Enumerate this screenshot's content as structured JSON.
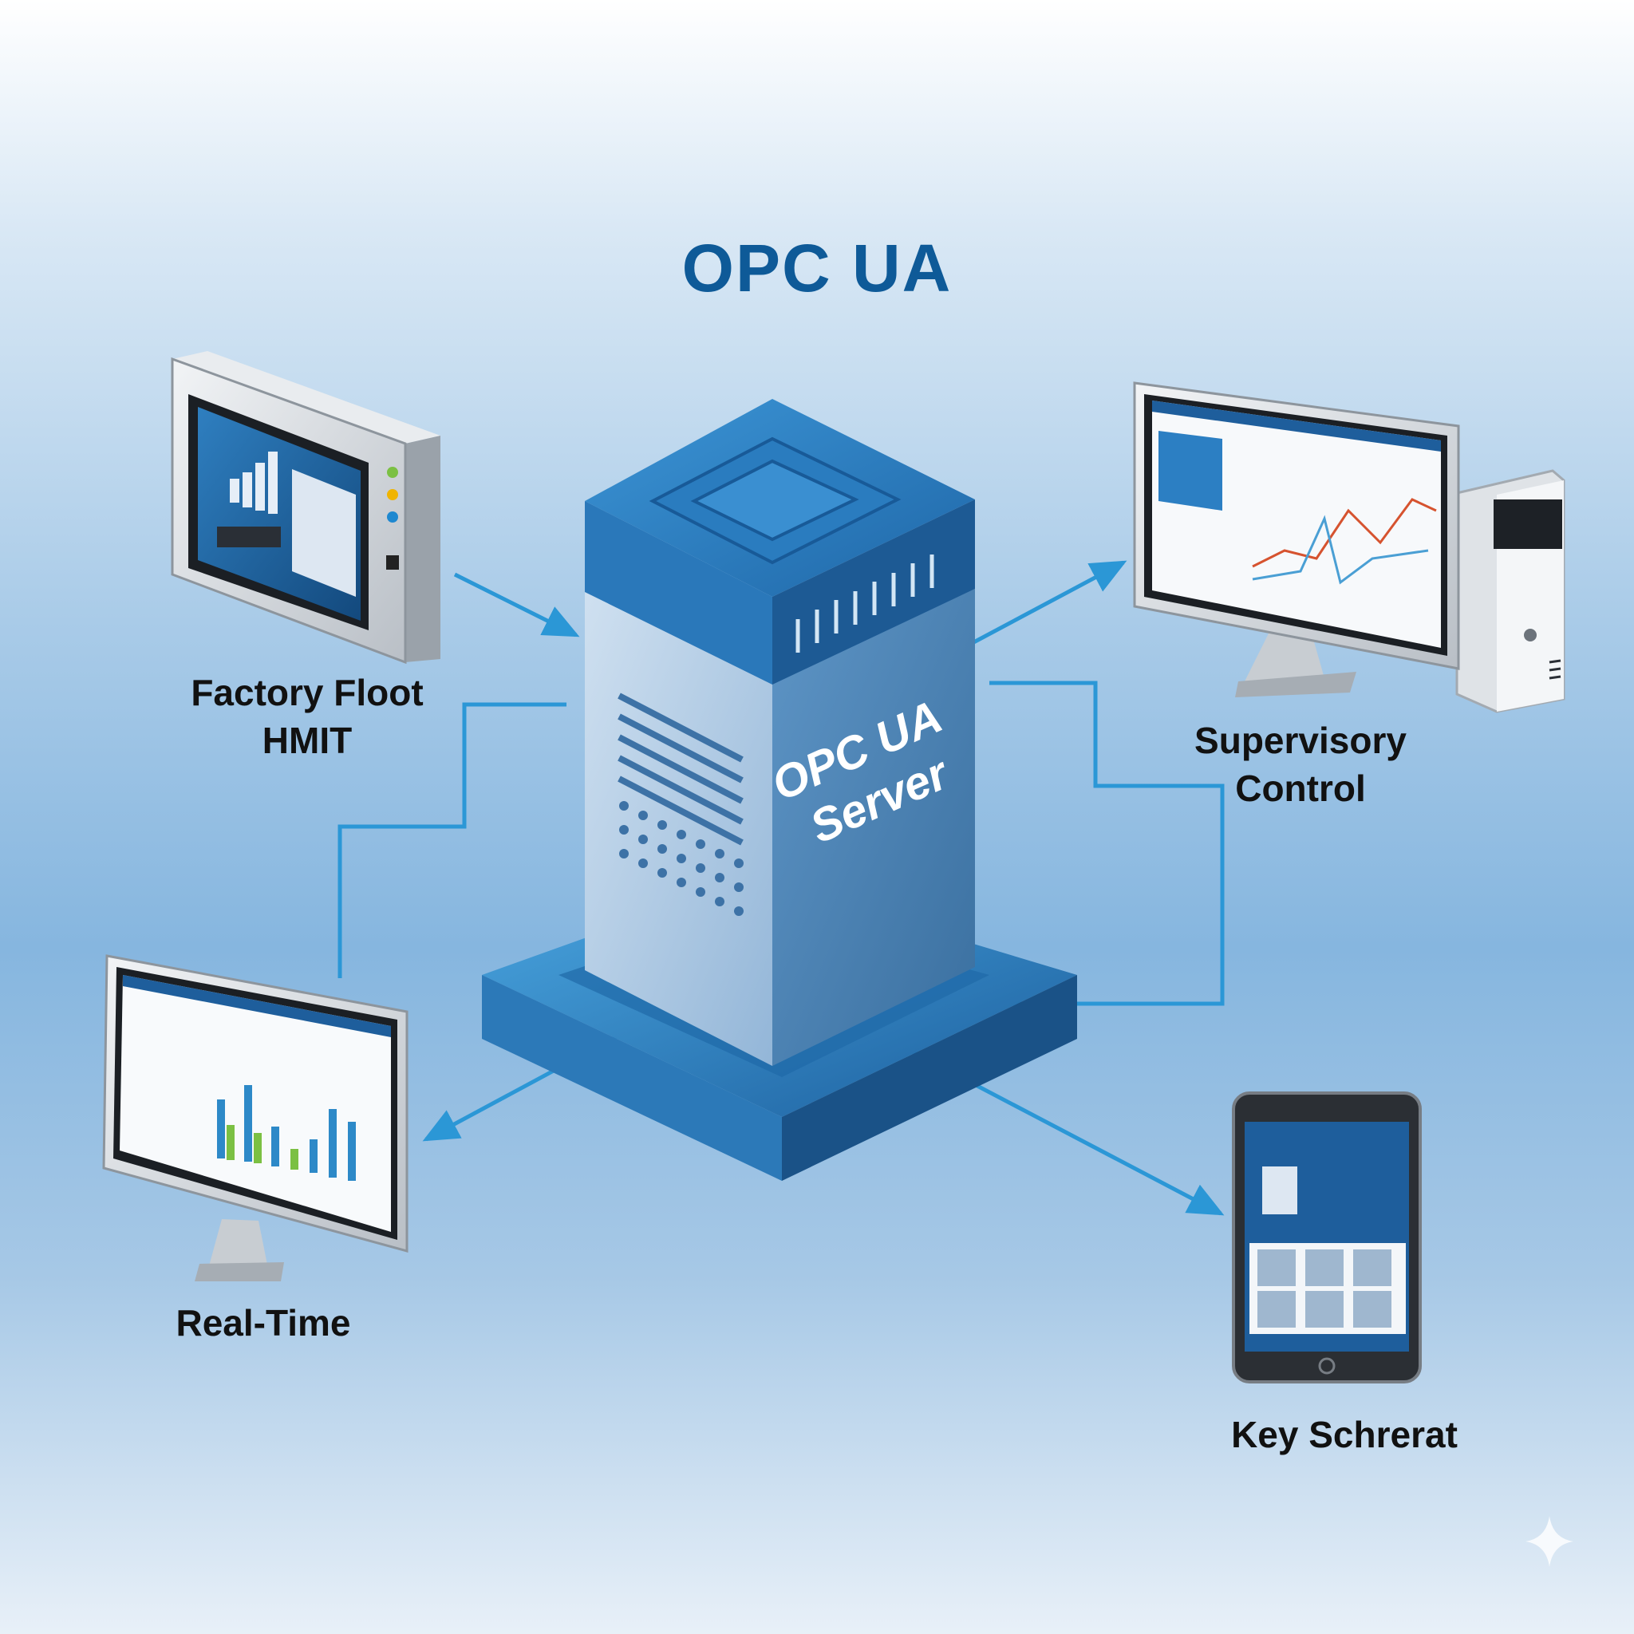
{
  "title": "OPC UA",
  "server": {
    "line1": "OPC UA",
    "line2": "Server"
  },
  "nodes": {
    "hmi": {
      "line1": "Factory Floot",
      "line2": "HMIT"
    },
    "supervisory": {
      "line1": "Supervisory",
      "line2": "Control"
    },
    "realtime": {
      "label": "Real-Time"
    },
    "tablet": {
      "label": "Key Schrerat"
    }
  },
  "colors": {
    "title": "#0e5a98",
    "connector": "#2b97d6",
    "server_front": "#a9c7e3",
    "server_side": "#4d84b7",
    "server_top": "#2f7fc1"
  },
  "icons": [
    "hmi-panel-icon",
    "monitor-icon",
    "desktop-tower-icon",
    "tablet-icon",
    "server-tower-icon",
    "sparkle-icon"
  ]
}
